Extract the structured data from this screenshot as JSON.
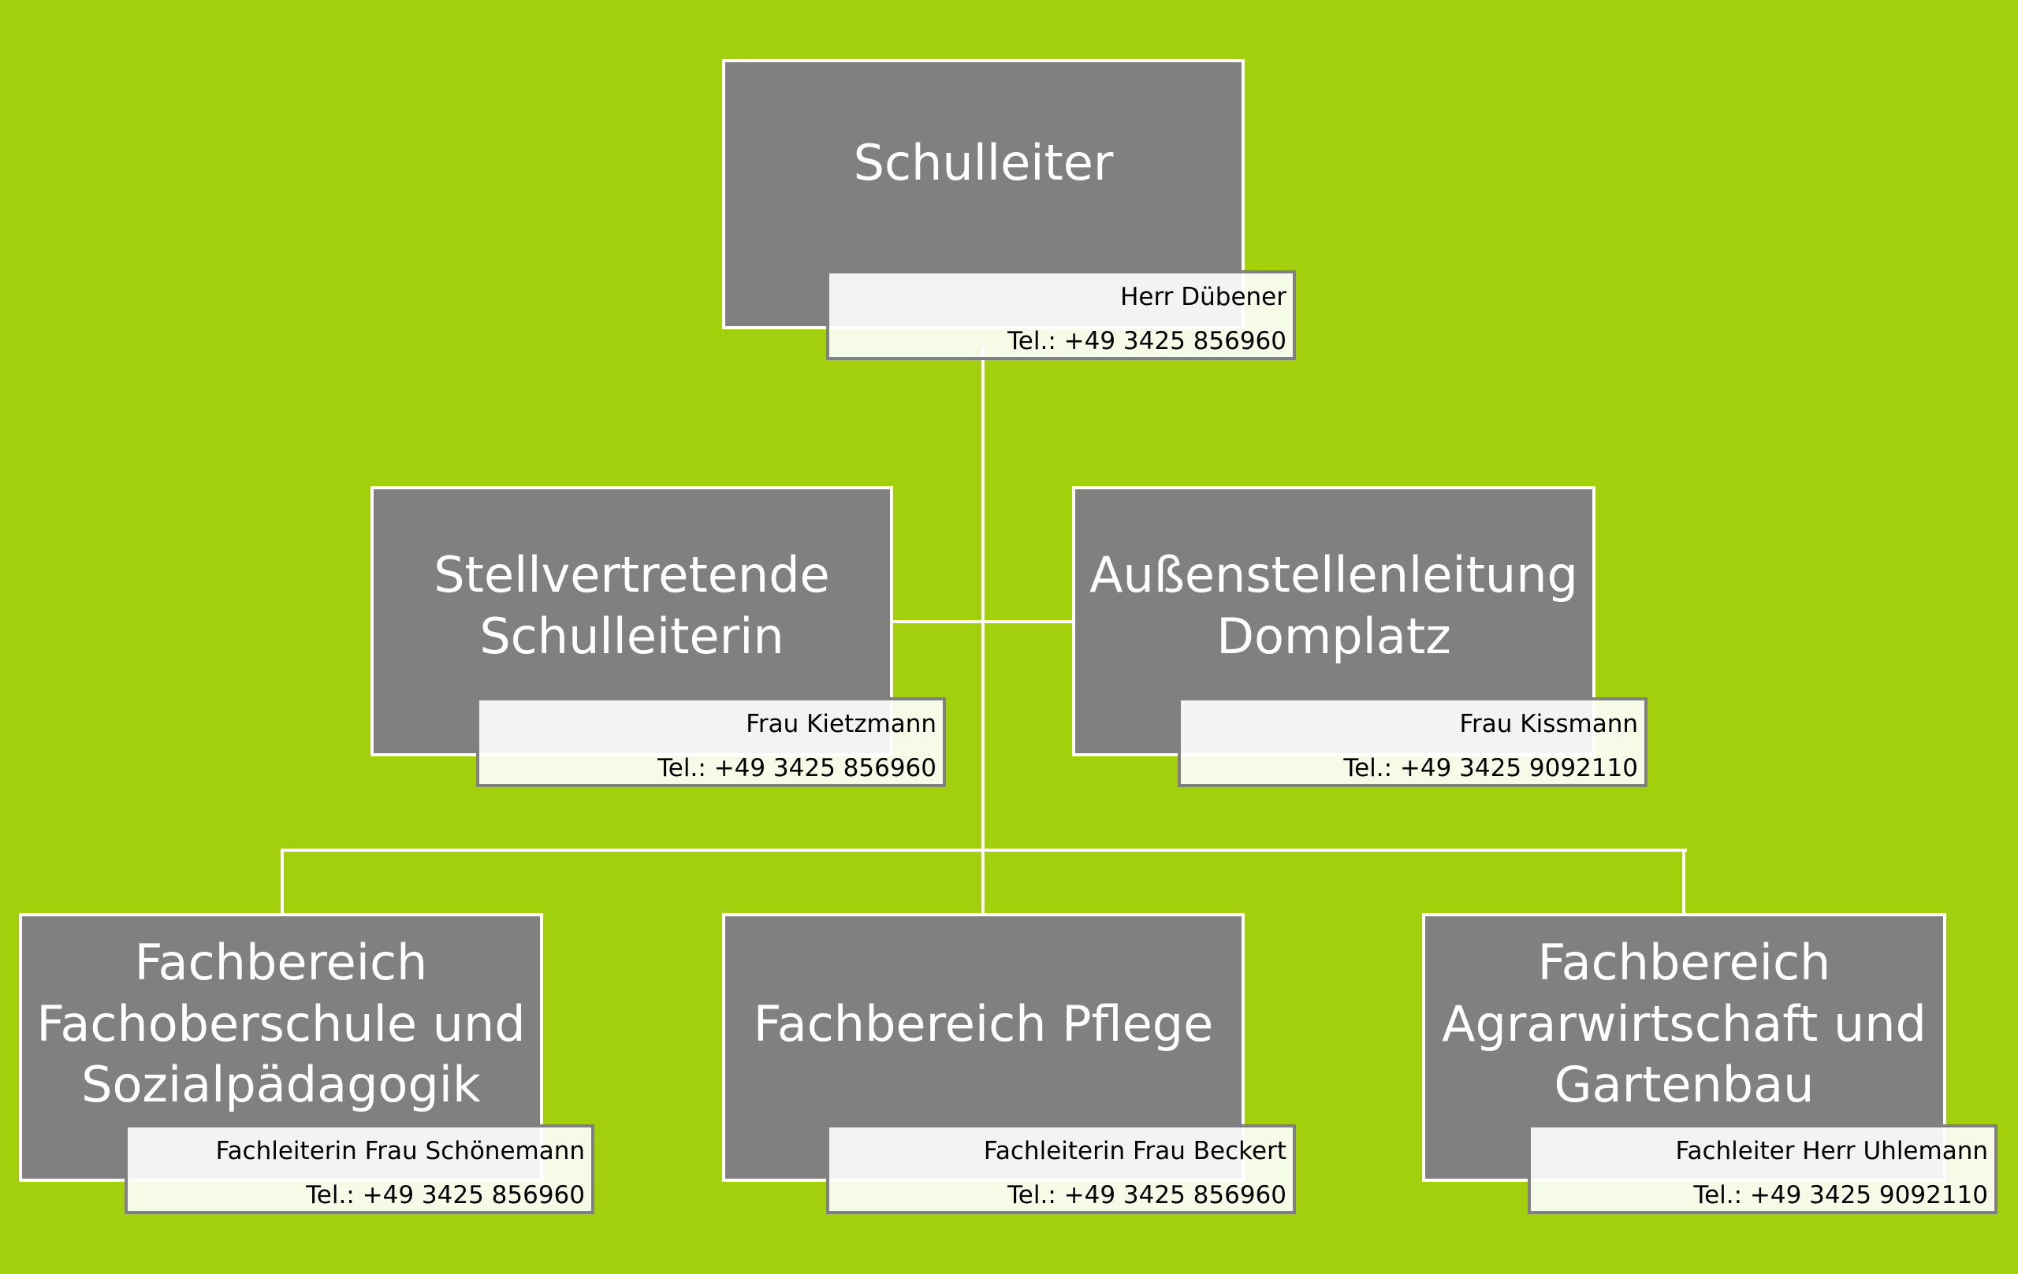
{
  "colors": {
    "background": "#a2d00c",
    "box": "#808080",
    "line": "#ffffff"
  },
  "nodes": [
    {
      "title": "Schulleiter",
      "person": "Herr Dübener",
      "phone": "Tel.: +49 3425 856960"
    },
    {
      "title": "Stellvertretende\nSchulleiterin",
      "person": "Frau Kietzmann",
      "phone": "Tel.: +49 3425 856960"
    },
    {
      "title": "Außenstellenleitung\nDomplatz",
      "person": "Frau Kissmann",
      "phone": "Tel.: +49 3425 9092110"
    },
    {
      "title": "Fachbereich\nFachoberschule und\nSozialpädagogik",
      "person": "Fachleiterin Frau Schönemann",
      "phone": "Tel.: +49 3425 856960"
    },
    {
      "title": "Fachbereich Pflege",
      "person": "Fachleiterin Frau Beckert",
      "phone": "Tel.: +49 3425 856960"
    },
    {
      "title": "Fachbereich\nAgrarwirtschaft und\nGartenbau",
      "person": "Fachleiter Herr Uhlemann",
      "phone": "Tel.: +49 3425 9092110"
    }
  ]
}
